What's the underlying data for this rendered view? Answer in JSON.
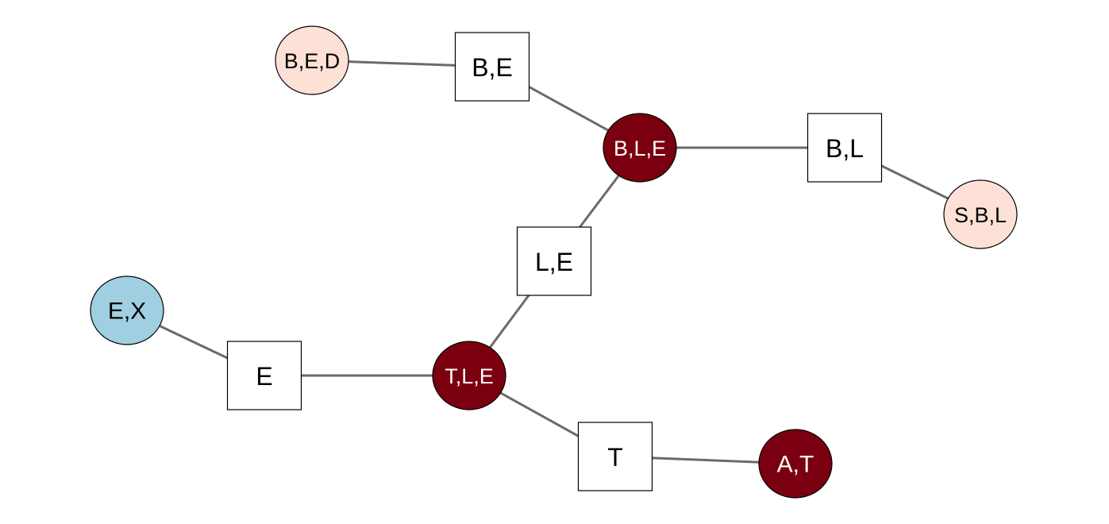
{
  "diagram": {
    "colors": {
      "edge": "#6b6b6b",
      "outline": "#000000",
      "dark_red": "#7a0010",
      "light_peach": "#fde0d6",
      "light_blue": "#9fcfe0",
      "sepset_fill": "#ffffff"
    },
    "cliques": [
      {
        "id": "c_bed",
        "label": "B,E,D",
        "color": "light_peach"
      },
      {
        "id": "c_ble",
        "label": "B,L,E",
        "color": "dark_red"
      },
      {
        "id": "c_sbl",
        "label": "S,B,L",
        "color": "light_peach"
      },
      {
        "id": "c_ex",
        "label": "E,X",
        "color": "light_blue"
      },
      {
        "id": "c_tle",
        "label": "T,L,E",
        "color": "dark_red"
      },
      {
        "id": "c_at",
        "label": "A,T",
        "color": "dark_red"
      }
    ],
    "sepsets": [
      {
        "id": "s_be",
        "label": "B,E"
      },
      {
        "id": "s_bl",
        "label": "B,L"
      },
      {
        "id": "s_le",
        "label": "L,E"
      },
      {
        "id": "s_e",
        "label": "E"
      },
      {
        "id": "s_t",
        "label": "T"
      }
    ],
    "edges": [
      [
        "c_bed",
        "s_be"
      ],
      [
        "s_be",
        "c_ble"
      ],
      [
        "c_ble",
        "s_bl"
      ],
      [
        "s_bl",
        "c_sbl"
      ],
      [
        "c_ble",
        "s_le"
      ],
      [
        "s_le",
        "c_tle"
      ],
      [
        "c_ex",
        "s_e"
      ],
      [
        "s_e",
        "c_tle"
      ],
      [
        "c_tle",
        "s_t"
      ],
      [
        "s_t",
        "c_at"
      ]
    ]
  }
}
